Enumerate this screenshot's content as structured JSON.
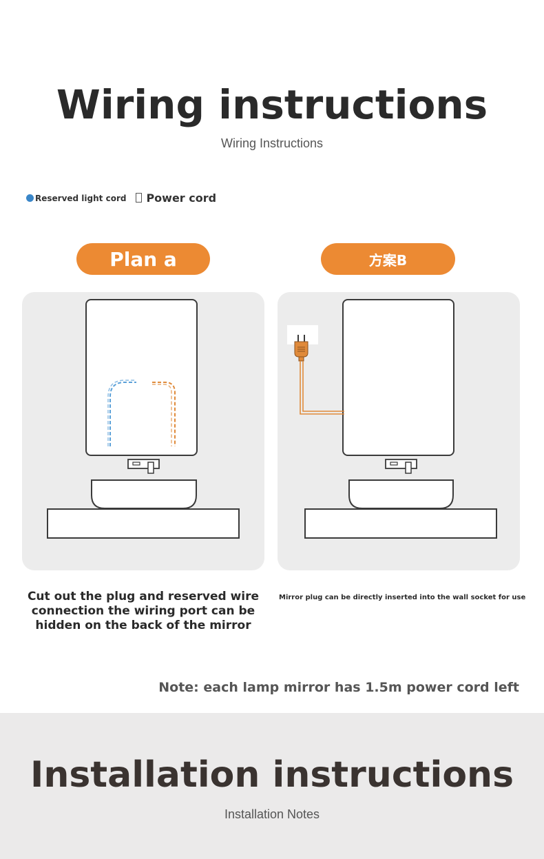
{
  "header": {
    "title": "Wiring instructions",
    "subtitle": "Wiring Instructions"
  },
  "legend": {
    "light_cord": "Reserved light cord",
    "power_cord": "Power cord",
    "light_color": "#3a86c8",
    "power_color": "#ec8a33"
  },
  "plans": {
    "a_label": "Plan a",
    "b_label": "方案B",
    "a_caption": "Cut out the plug and reserved wire connection the wiring port can be hidden on the back of the mirror",
    "b_caption": "Mirror plug can be directly inserted into the wall socket for use"
  },
  "note": "Note: each lamp mirror has 1.5m power cord left",
  "install": {
    "title": "Installation instructions",
    "subtitle": "Installation Notes"
  },
  "colors": {
    "accent": "#ec8a33",
    "panel_bg": "#ececec",
    "blue_wire": "#5aa0d8",
    "orange_wire": "#e08a3a"
  }
}
